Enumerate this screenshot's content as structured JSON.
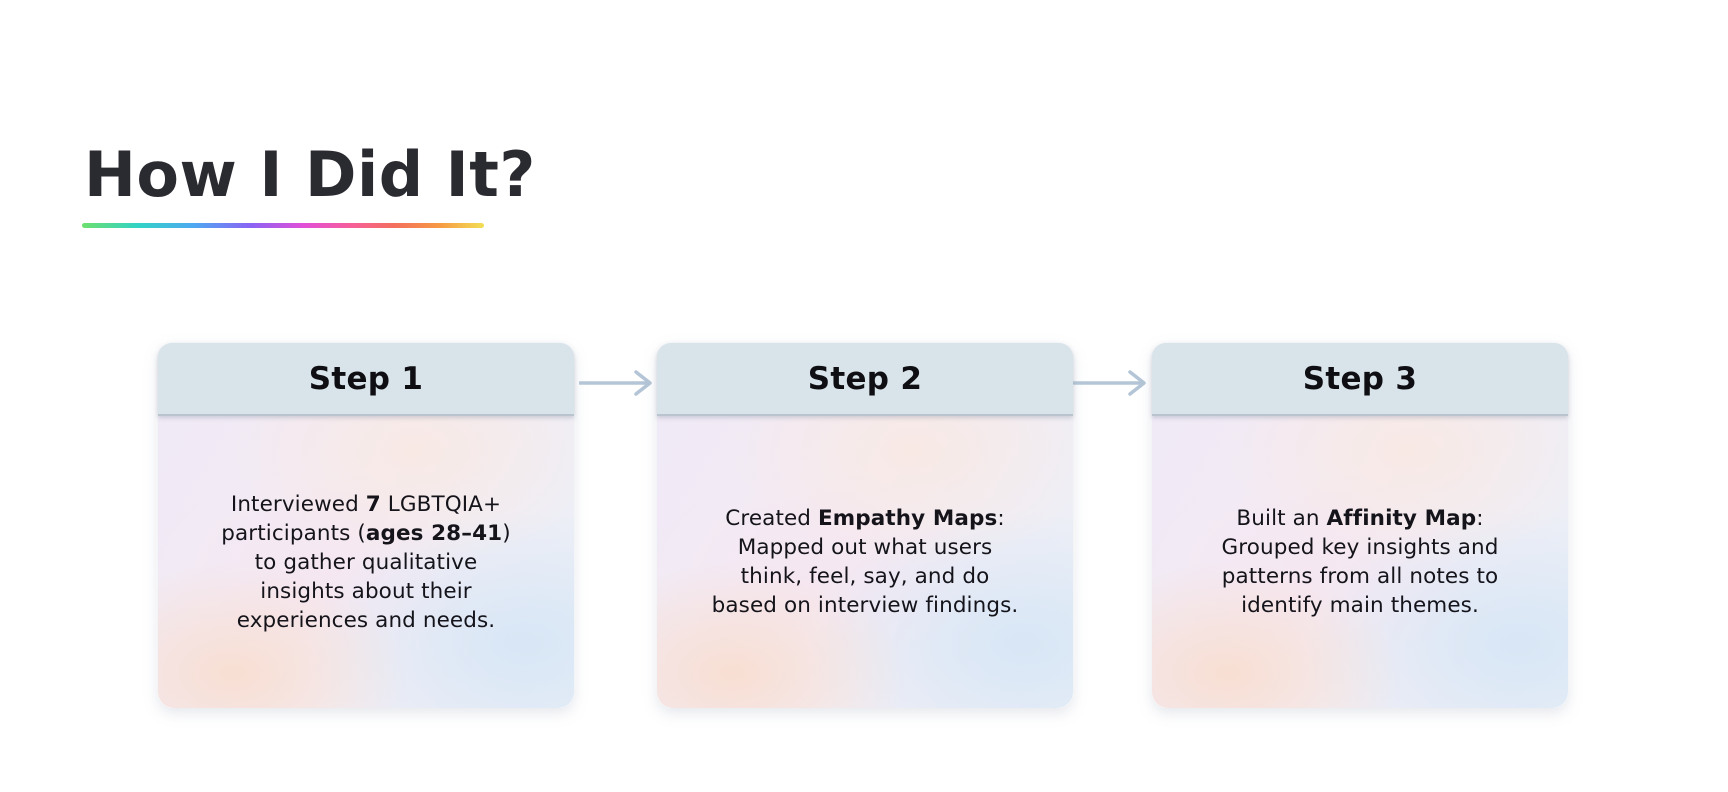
{
  "slide": {
    "title": "How I Did It?"
  },
  "colors": {
    "background": "#ffffff",
    "title_text": "#2a2a31",
    "body_text": "#14141a",
    "card_header_bg": "#d8e3ea",
    "arrow": "#b3c5d6",
    "rainbow_underline": [
      "#6ddf6d",
      "#31d3c6",
      "#4fa8f2",
      "#8a63f4",
      "#e14fd8",
      "#f75e9a",
      "#f4705c",
      "#f79a44",
      "#f2df55"
    ]
  },
  "steps": [
    {
      "label": "Step 1",
      "full_text": "Interviewed 7 LGBTQIA+ participants (ages 28–41) to gather qualitative insights about their experiences and needs.",
      "lines": [
        {
          "segments": [
            {
              "text": "Interviewed "
            },
            {
              "text": "7",
              "bold": true
            },
            {
              "text": " LGBTQIA+"
            }
          ]
        },
        {
          "segments": [
            {
              "text": "participants ("
            },
            {
              "text": "ages 28–41",
              "bold": true
            },
            {
              "text": ")"
            }
          ]
        },
        {
          "segments": [
            {
              "text": "to gather qualitative"
            }
          ]
        },
        {
          "segments": [
            {
              "text": "insights about their"
            }
          ]
        },
        {
          "segments": [
            {
              "text": "experiences and needs."
            }
          ]
        }
      ]
    },
    {
      "label": "Step 2",
      "full_text": "Created Empathy Maps: Mapped out what users think, feel, say, and do based on interview findings.",
      "lines": [
        {
          "segments": [
            {
              "text": "Created "
            },
            {
              "text": "Empathy Maps",
              "bold": true
            },
            {
              "text": ":"
            }
          ]
        },
        {
          "segments": [
            {
              "text": "Mapped out what users"
            }
          ]
        },
        {
          "segments": [
            {
              "text": "think, feel, say, and do"
            }
          ]
        },
        {
          "segments": [
            {
              "text": "based on interview findings."
            }
          ]
        }
      ]
    },
    {
      "label": "Step 3",
      "full_text": "Built an Affinity Map: Grouped key insights and patterns from all notes to identify main themes.",
      "lines": [
        {
          "segments": [
            {
              "text": "Built an "
            },
            {
              "text": "Affinity Map",
              "bold": true
            },
            {
              "text": ":"
            }
          ]
        },
        {
          "segments": [
            {
              "text": "Grouped key insights and"
            }
          ]
        },
        {
          "segments": [
            {
              "text": "patterns from all notes to"
            }
          ]
        },
        {
          "segments": [
            {
              "text": "identify main themes."
            }
          ]
        }
      ]
    }
  ]
}
